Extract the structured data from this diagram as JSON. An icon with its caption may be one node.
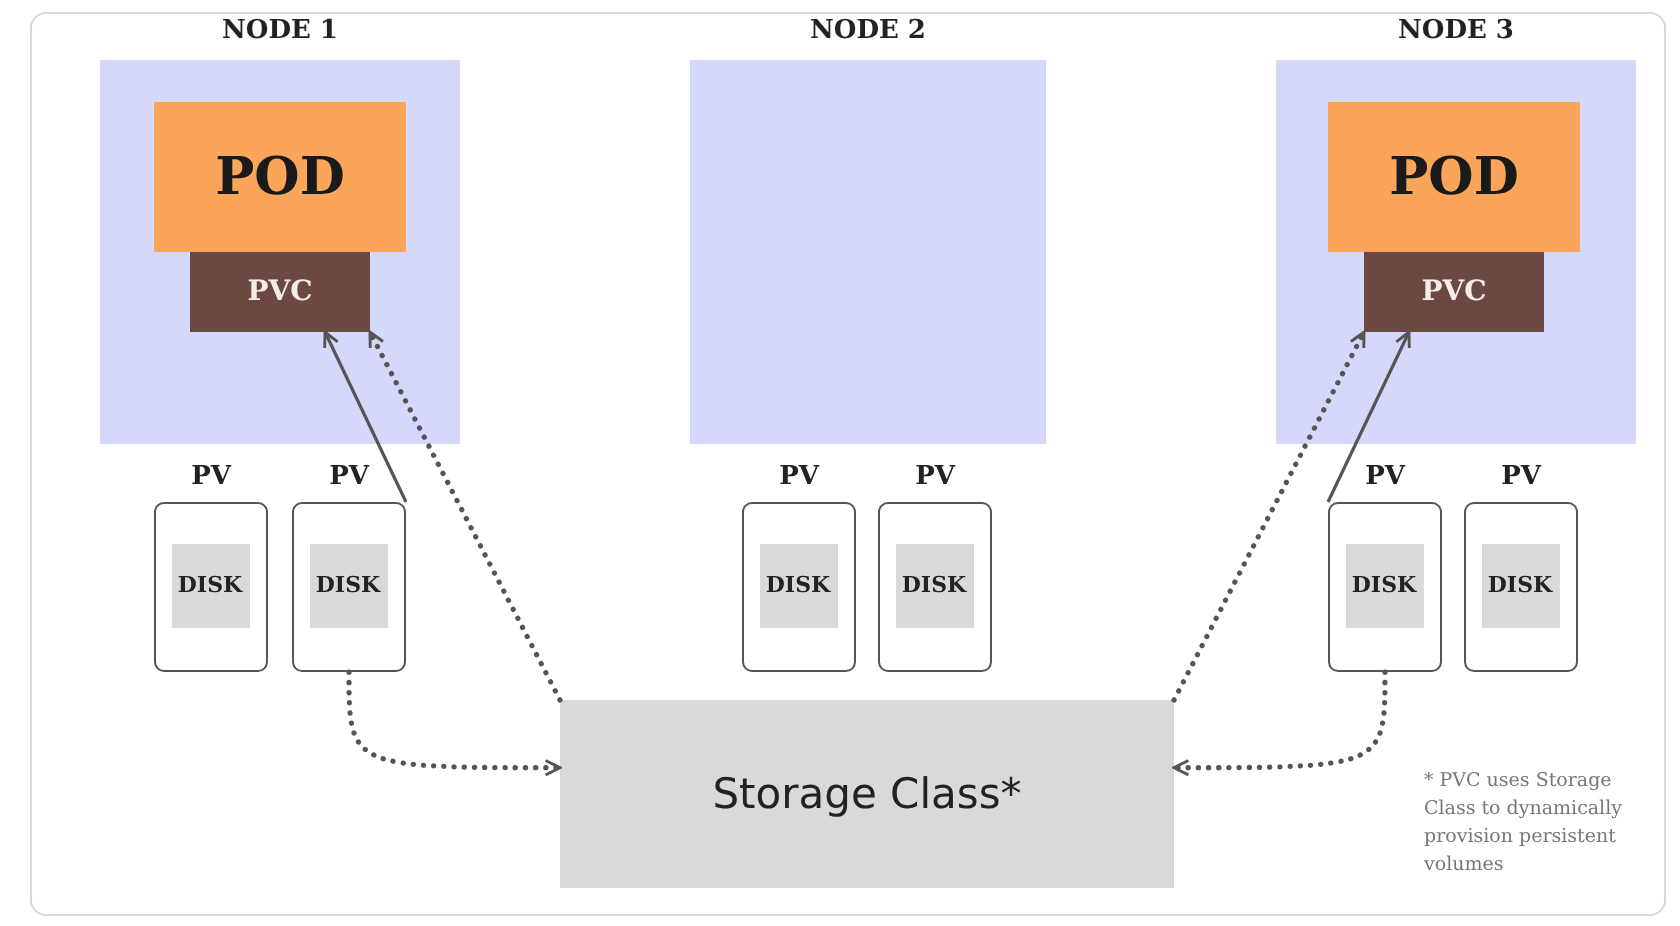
{
  "diagram": {
    "nodes": [
      {
        "text": [
          "NODE 1"
        ]
      },
      {
        "text": [
          "POD"
        ],
        "in": 0
      },
      {
        "text": [
          "PVC"
        ],
        "in": 0
      },
      {
        "text": [
          "NODE 2"
        ]
      },
      {
        "text": [
          "NODE 3"
        ]
      },
      {
        "text": [
          "POD"
        ],
        "in": 4
      },
      {
        "text": [
          "PVC"
        ],
        "in": 4
      },
      {
        "text": [
          "PV"
        ]
      },
      {
        "text": [
          "DISK"
        ],
        "in": 7
      },
      {
        "text": [
          "PV"
        ]
      },
      {
        "text": [
          "DISK"
        ],
        "in": 9
      },
      {
        "text": [
          "PV"
        ]
      },
      {
        "text": [
          "DISK"
        ],
        "in": 11
      },
      {
        "text": [
          "PV"
        ]
      },
      {
        "text": [
          "DISK"
        ],
        "in": 13
      },
      {
        "text": [
          "PV"
        ]
      },
      {
        "text": [
          "DISK"
        ],
        "in": 15
      },
      {
        "text": [
          "PV"
        ]
      },
      {
        "text": [
          "DISK"
        ],
        "in": 17
      },
      {
        "text": [
          "Storage Class*"
        ]
      }
    ],
    "edges": [
      {
        "from": 9,
        "to": 2,
        "arrow": "to"
      },
      {
        "from": 19,
        "to": 2,
        "arrow": "to",
        "style": "dashed"
      },
      {
        "from": 9,
        "to": 19,
        "arrow": "to",
        "style": "dashed"
      },
      {
        "from": 19,
        "to": 6,
        "arrow": "to",
        "style": "dashed"
      },
      {
        "from": 15,
        "to": 6,
        "arrow": "to"
      },
      {
        "from": 15,
        "to": 19,
        "arrow": "to",
        "style": "dashed"
      }
    ],
    "labels": [
      "* PVC uses Storage Class to dynamically provision persistent volumes"
    ]
  }
}
